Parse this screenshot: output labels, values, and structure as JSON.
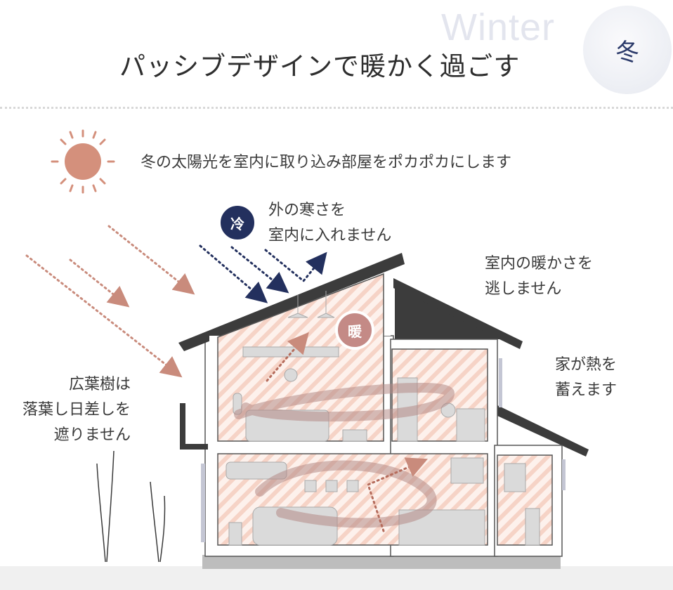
{
  "header": {
    "season_en": "Winter",
    "title": "パッシブデザインで暖かく過ごす",
    "season_badge": "冬"
  },
  "captions": {
    "sun": "冬の太陽光を室内に取り込み部屋をポカポカにします",
    "cold_1": "外の寒さを",
    "cold_2": "室内に入れません",
    "warm_keep_1": "室内の暖かさを",
    "warm_keep_2": "逃しません",
    "heat_store_1": "家が熱を",
    "heat_store_2": "蓄えます",
    "tree_1": "広葉樹は",
    "tree_2": "落葉し日差しを",
    "tree_3": "遮りません"
  },
  "markers": {
    "cold": "冷",
    "warm": "暖"
  },
  "colors": {
    "sun": "#d4907c",
    "sun_arrow": "#c98b7c",
    "cold": "#23305e",
    "warm_badge": "#c48a86",
    "roof": "#3c3c3c",
    "warm_hatch": "#f4c9bc",
    "ground": "#ececec"
  }
}
